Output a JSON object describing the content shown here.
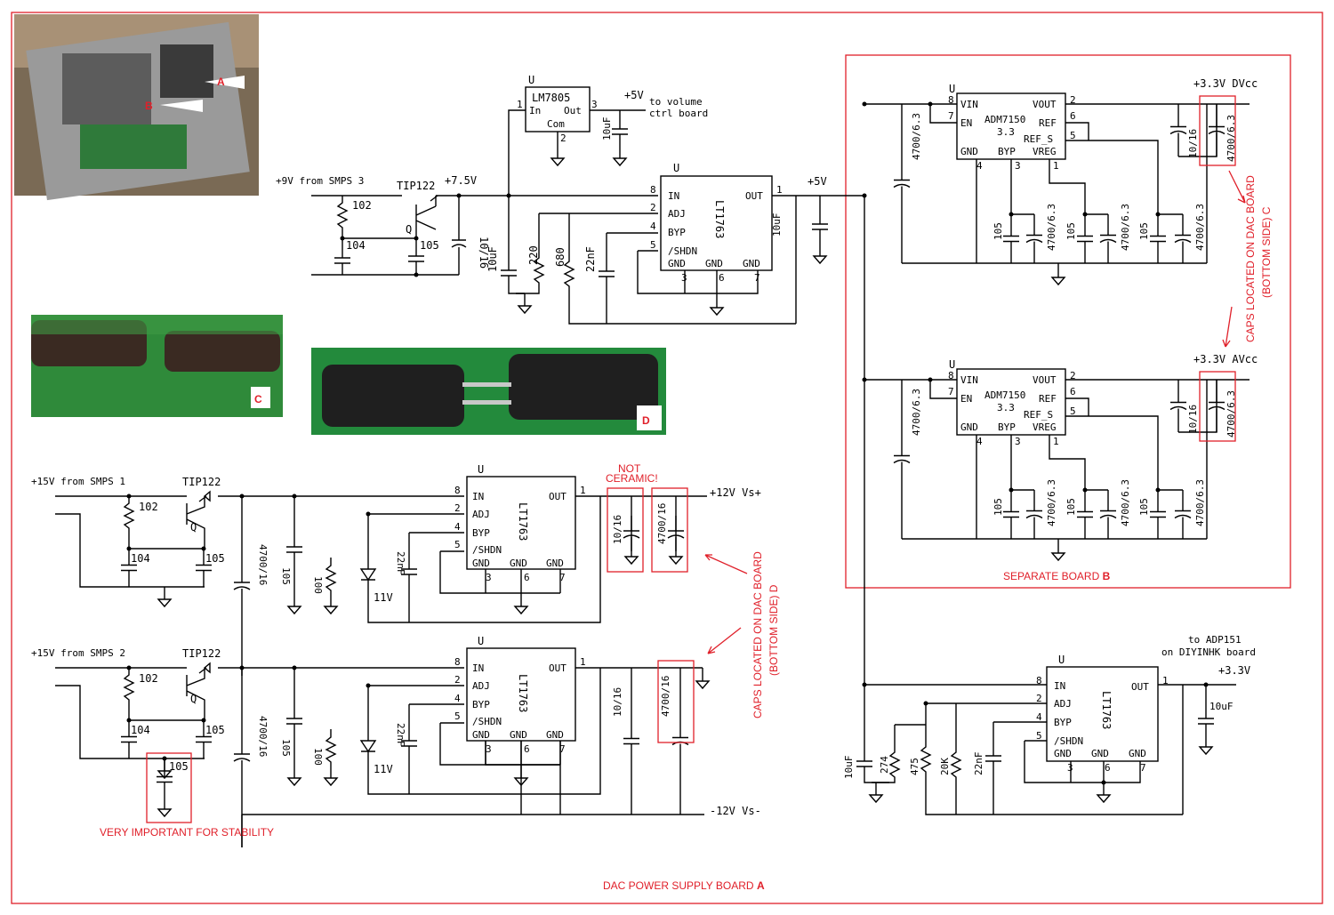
{
  "colors": {
    "accent_red": "#e0202a",
    "wire": "#000000",
    "background": "#ffffff"
  },
  "photos": [
    {
      "name": "photo-board-a-b",
      "labels": [
        "A",
        "B"
      ]
    },
    {
      "name": "photo-caps-c",
      "label": "C"
    },
    {
      "name": "photo-caps-d",
      "label": "D"
    }
  ],
  "reg5v": {
    "src": "+9V from SMPS 3",
    "tr": "TIP122",
    "q": "Q",
    "r102": "102",
    "c104": "104",
    "c105": "105",
    "v75": "+7.5V",
    "c1016": "10/16",
    "c10uf": "10uF",
    "r220": "220",
    "r680": "680",
    "c22nf": "22nF",
    "u": "U",
    "chip": "LT1763",
    "out_lbl": "+5V",
    "cout": "10uF",
    "lm_u": "U",
    "lm": "LM7805",
    "lm_in": "In",
    "lm_out": "Out",
    "lm_com": "Com",
    "lm_p1": "1",
    "lm_p2": "2",
    "lm_p3": "3",
    "lm_v": "+5V",
    "lm_to": "to volume",
    "lm_to2": "ctrl board",
    "lm_c": "10uF"
  },
  "pins": {
    "in": "IN",
    "adj": "ADJ",
    "byp": "BYP",
    "shdn": "/SHDN",
    "gnd": "GND",
    "out": "OUT",
    "p8": "8",
    "p2": "2",
    "p4": "4",
    "p5": "5",
    "p1": "1",
    "p3": "3",
    "p6": "6",
    "p7": "7"
  },
  "adm": {
    "u": "U",
    "vin": "VIN",
    "en": "EN",
    "gnd": "GND",
    "byp": "BYP",
    "vreg": "VREG",
    "vout": "VOUT",
    "ref": "REF",
    "refs": "REF_S",
    "name": "ADM7150",
    "v": "3.3",
    "p8": "8",
    "p7": "7",
    "p4": "4",
    "p3": "3",
    "p1": "1",
    "p2": "2",
    "p6": "6",
    "p5": "5",
    "cin": "4700/6.3",
    "c105": "105",
    "c4700": "4700/6.3",
    "c1016": "10/16",
    "cout": "4700/6.3",
    "out1": "+3.3V DVcc",
    "out2": "+3.3V AVcc"
  },
  "sepboard": {
    "t1": "SEPARATE BOARD ",
    "t2": "B"
  },
  "capsC": {
    "l1": "CAPS LOCATED ON DAC BOARD",
    "l2": "(BOTTOM SIDE) C"
  },
  "capsD": {
    "l1": "CAPS LOCATED ON DAC BOARD",
    "l2": "(BOTTOM SIDE) D"
  },
  "notceramic": {
    "l1": "NOT",
    "l2": "CERAMIC!"
  },
  "reg12p": {
    "src": "+15V from SMPS 1",
    "tr": "TIP122",
    "q": "Q",
    "r102": "102",
    "c104": "104",
    "c105": "105",
    "c4700": "4700/16",
    "cc105": "105",
    "r100": "100",
    "z": "11V",
    "c22nf": "22nF",
    "u": "U",
    "chip": "LT1763",
    "c1016": "10/16",
    "c470016": "4700/16",
    "out": "+12V Vs+"
  },
  "reg12n": {
    "src": "+15V from SMPS 2",
    "tr": "TIP122",
    "q": "Q",
    "r102": "102",
    "c104": "104",
    "c105": "105",
    "c105b": "105",
    "c4700": "4700/16",
    "cc105": "105",
    "r100": "100",
    "z": "11V",
    "c22nf": "22nF",
    "u": "U",
    "chip": "LT1763",
    "c1016": "10/16",
    "c470016": "4700/16",
    "out": "-12V Vs-",
    "note": "VERY IMPORTANT FOR STABILITY"
  },
  "reg33": {
    "to1": "to ADP151",
    "to2": "on DIYINHK board",
    "out": "+3.3V",
    "u": "U",
    "chip": "LT1763",
    "cout": "10uF",
    "c10uf": "10uF",
    "r274": "274",
    "r475": "475",
    "r20k": "20K",
    "c22nf": "22nF"
  },
  "footer": {
    "t1": "DAC POWER SUPPLY BOARD ",
    "t2": "A"
  }
}
